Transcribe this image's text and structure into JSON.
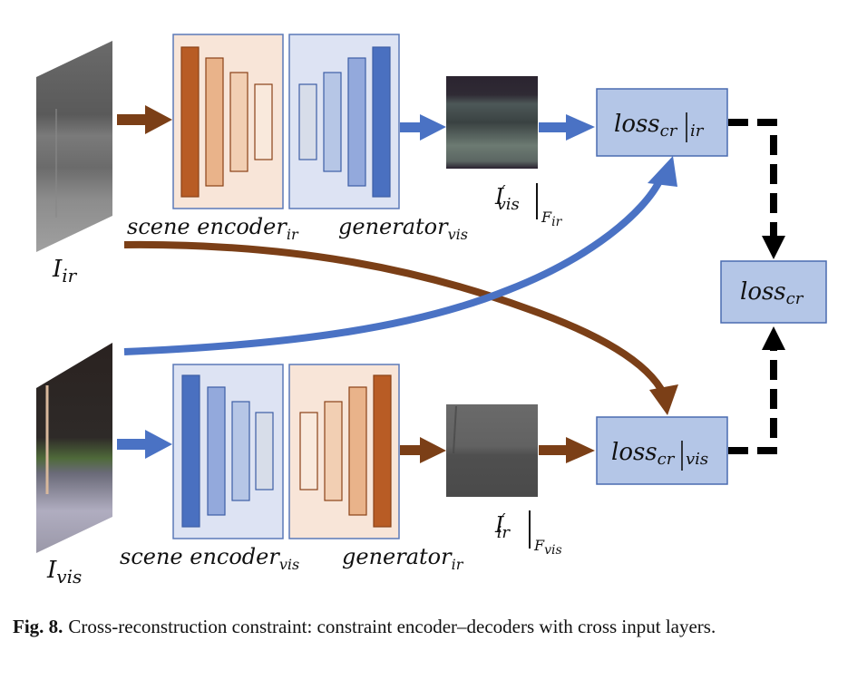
{
  "figure": {
    "inputs": {
      "ir": {
        "base": "I",
        "sub": "ir"
      },
      "vis": {
        "base": "I",
        "sub": "vis"
      }
    },
    "top_branch": {
      "encoder_label": {
        "base": "scene encoder",
        "sub": "ir"
      },
      "generator_label": {
        "base": "generator",
        "sub": "vis"
      },
      "output_label": {
        "base": "I",
        "prime": "′",
        "sub": "vis",
        "cond": "F",
        "cond_sub": "ir"
      },
      "loss_label": {
        "base": "loss",
        "sub": "cr",
        "cond": "ir"
      }
    },
    "bottom_branch": {
      "encoder_label": {
        "base": "scene encoder",
        "sub": "vis"
      },
      "generator_label": {
        "base": "generator",
        "sub": "ir"
      },
      "output_label": {
        "base": "I",
        "prime": "′",
        "sub": "ir",
        "cond": "F",
        "cond_sub": "vis"
      },
      "loss_label": {
        "base": "loss",
        "sub": "cr",
        "cond": "vis"
      }
    },
    "total_loss_label": {
      "base": "loss",
      "sub": "cr"
    },
    "colors": {
      "ir_stream": "#7b3f17",
      "vis_stream": "#4a72c4",
      "orange_panel": "#f8e5d8",
      "blue_panel": "#dde3f3",
      "panel_border": "#5b79b8",
      "loss_box": "#b4c6e7",
      "dashed": "#000000",
      "orange_layers": [
        "#b85c25",
        "#e9b38a",
        "#f2cfb3",
        "#f9e9dc"
      ],
      "blue_layers": [
        "#4a70c0",
        "#93a9dc",
        "#b6c6e6",
        "#d7dde9"
      ]
    }
  },
  "caption": {
    "label": "Fig. 8.",
    "text": "Cross-reconstruction constraint: constraint encoder–decoders with cross input layers."
  }
}
